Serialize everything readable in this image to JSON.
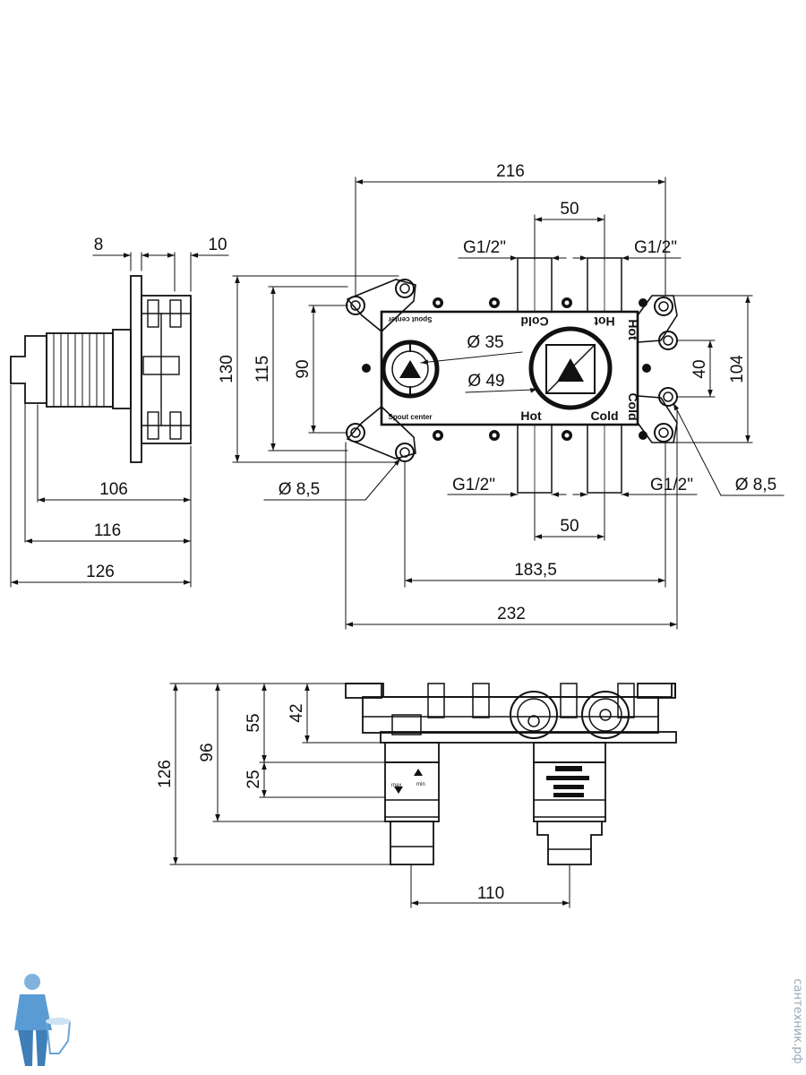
{
  "side_view": {
    "dim_flange": "8",
    "dim_plate": "10",
    "dim_106": "106",
    "dim_116": "116",
    "dim_126": "126"
  },
  "front_view": {
    "dim_216": "216",
    "dim_50_top": "50",
    "dim_50_bottom": "50",
    "dim_183_5": "183,5",
    "dim_232": "232",
    "dim_130": "130",
    "dim_115": "115",
    "dim_90": "90",
    "dim_104": "104",
    "dim_40": "40",
    "thread_top_left": "G1/2\"",
    "thread_top_right": "G1/2\"",
    "thread_bottom_left": "G1/2\"",
    "thread_bottom_right": "G1/2\"",
    "dia_35": "Ø 35",
    "dia_49": "Ø 49",
    "hole_left": "Ø 8,5",
    "hole_right": "Ø 8,5",
    "label_cold_top": "Cold",
    "label_hot_top": "Hot",
    "label_hot_bottom": "Hot",
    "label_cold_bottom": "Cold",
    "label_hot_right": "Hot",
    "label_cold_right": "Cold",
    "label_spout_top": "Spout center",
    "label_spout_bottom": "Spout center"
  },
  "bottom_view": {
    "dim_126": "126",
    "dim_96": "96",
    "dim_55": "55",
    "dim_42": "42",
    "dim_25": "25",
    "dim_110": "110",
    "cart_max": "max",
    "cart_min": "min"
  },
  "watermark": {
    "text": "сантехник.рф"
  }
}
